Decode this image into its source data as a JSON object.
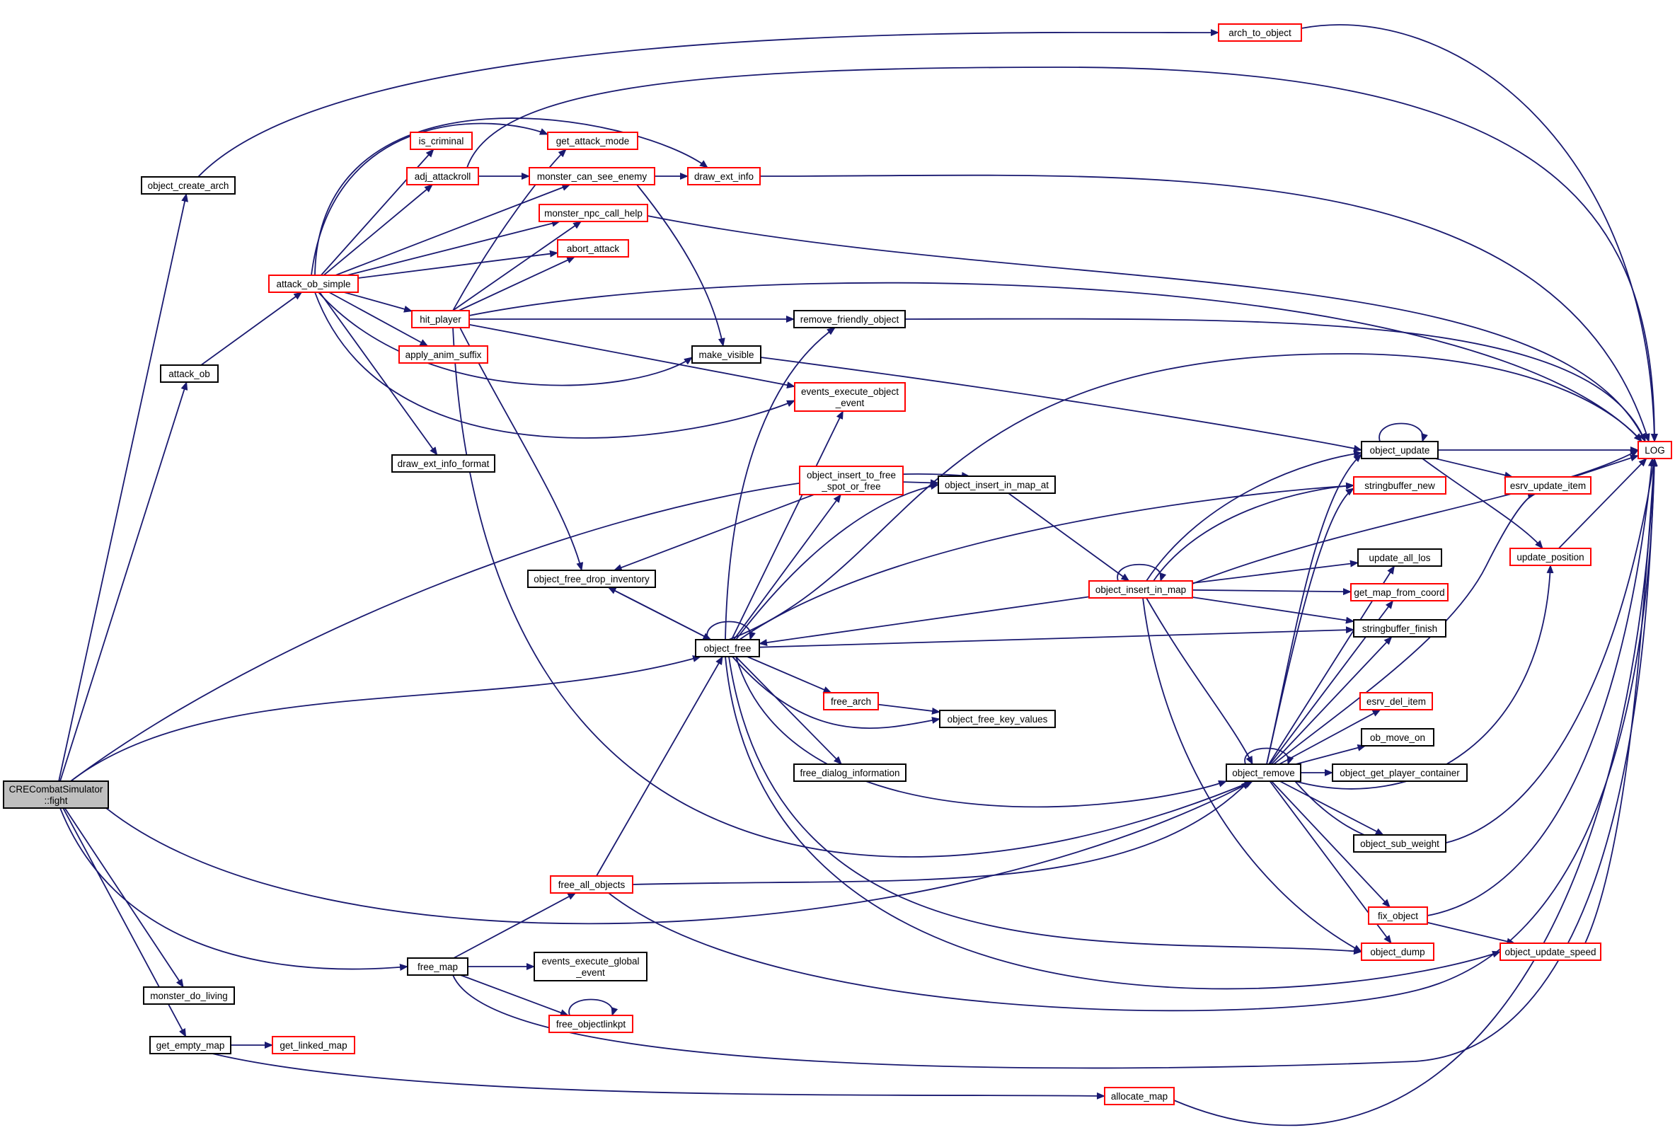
{
  "diagram": {
    "title": "",
    "colors": {
      "edge": "#191970",
      "border_truncated": "#ff0000",
      "border_normal": "#000000",
      "root_fill": "#bfbfbf"
    },
    "nodes": {
      "root": {
        "lines": [
          "CRECombatSimulator",
          "::fight"
        ],
        "style": "root"
      },
      "object_create_arch": {
        "lines": [
          "object_create_arch"
        ],
        "style": "black"
      },
      "arch_to_object": {
        "lines": [
          "arch_to_object"
        ],
        "style": "red"
      },
      "LOG": {
        "lines": [
          "LOG"
        ],
        "style": "red"
      },
      "attack_ob": {
        "lines": [
          "attack_ob"
        ],
        "style": "black"
      },
      "attack_ob_simple": {
        "lines": [
          "attack_ob_simple"
        ],
        "style": "red"
      },
      "is_criminal": {
        "lines": [
          "is_criminal"
        ],
        "style": "red"
      },
      "adj_attackroll": {
        "lines": [
          "adj_attackroll"
        ],
        "style": "red"
      },
      "get_attack_mode": {
        "lines": [
          "get_attack_mode"
        ],
        "style": "red"
      },
      "monster_can_see_enemy": {
        "lines": [
          "monster_can_see_enemy"
        ],
        "style": "red"
      },
      "draw_ext_info": {
        "lines": [
          "draw_ext_info"
        ],
        "style": "red"
      },
      "monster_npc_call_help": {
        "lines": [
          "monster_npc_call_help"
        ],
        "style": "red"
      },
      "abort_attack": {
        "lines": [
          "abort_attack"
        ],
        "style": "red"
      },
      "hit_player": {
        "lines": [
          "hit_player"
        ],
        "style": "red"
      },
      "apply_anim_suffix": {
        "lines": [
          "apply_anim_suffix"
        ],
        "style": "red"
      },
      "remove_friendly_object": {
        "lines": [
          "remove_friendly_object"
        ],
        "style": "black"
      },
      "make_visible": {
        "lines": [
          "make_visible"
        ],
        "style": "black"
      },
      "events_execute_object_event": {
        "lines": [
          "events_execute_object",
          "_event"
        ],
        "style": "red"
      },
      "draw_ext_info_format": {
        "lines": [
          "draw_ext_info_format"
        ],
        "style": "black"
      },
      "object_update": {
        "lines": [
          "object_update"
        ],
        "style": "black"
      },
      "esrv_update_item": {
        "lines": [
          "esrv_update_item"
        ],
        "style": "red"
      },
      "object_insert_to_free_spot_or_free": {
        "lines": [
          "object_insert_to_free",
          "_spot_or_free"
        ],
        "style": "red"
      },
      "object_insert_in_map_at": {
        "lines": [
          "object_insert_in_map_at"
        ],
        "style": "black"
      },
      "stringbuffer_new": {
        "lines": [
          "stringbuffer_new"
        ],
        "style": "red"
      },
      "update_position": {
        "lines": [
          "update_position"
        ],
        "style": "red"
      },
      "update_all_los": {
        "lines": [
          "update_all_los"
        ],
        "style": "black"
      },
      "object_free_drop_inventory": {
        "lines": [
          "object_free_drop_inventory"
        ],
        "style": "black"
      },
      "object_insert_in_map": {
        "lines": [
          "object_insert_in_map"
        ],
        "style": "red"
      },
      "get_map_from_coord": {
        "lines": [
          "get_map_from_coord"
        ],
        "style": "red"
      },
      "stringbuffer_finish": {
        "lines": [
          "stringbuffer_finish"
        ],
        "style": "black"
      },
      "object_free": {
        "lines": [
          "object_free"
        ],
        "style": "black"
      },
      "free_arch": {
        "lines": [
          "free_arch"
        ],
        "style": "red"
      },
      "object_free_key_values": {
        "lines": [
          "object_free_key_values"
        ],
        "style": "black"
      },
      "esrv_del_item": {
        "lines": [
          "esrv_del_item"
        ],
        "style": "red"
      },
      "ob_move_on": {
        "lines": [
          "ob_move_on"
        ],
        "style": "black"
      },
      "free_dialog_information": {
        "lines": [
          "free_dialog_information"
        ],
        "style": "black"
      },
      "object_remove": {
        "lines": [
          "object_remove"
        ],
        "style": "black"
      },
      "object_get_player_container": {
        "lines": [
          "object_get_player_container"
        ],
        "style": "black"
      },
      "object_sub_weight": {
        "lines": [
          "object_sub_weight"
        ],
        "style": "black"
      },
      "free_all_objects": {
        "lines": [
          "free_all_objects"
        ],
        "style": "red"
      },
      "fix_object": {
        "lines": [
          "fix_object"
        ],
        "style": "red"
      },
      "object_dump": {
        "lines": [
          "object_dump"
        ],
        "style": "red"
      },
      "object_update_speed": {
        "lines": [
          "object_update_speed"
        ],
        "style": "red"
      },
      "free_map": {
        "lines": [
          "free_map"
        ],
        "style": "black"
      },
      "events_execute_global_event": {
        "lines": [
          "events_execute_global",
          "_event"
        ],
        "style": "black"
      },
      "monster_do_living": {
        "lines": [
          "monster_do_living"
        ],
        "style": "black"
      },
      "free_objectlinkpt": {
        "lines": [
          "free_objectlinkpt"
        ],
        "style": "red"
      },
      "get_empty_map": {
        "lines": [
          "get_empty_map"
        ],
        "style": "black"
      },
      "get_linked_map": {
        "lines": [
          "get_linked_map"
        ],
        "style": "red"
      },
      "allocate_map": {
        "lines": [
          "allocate_map"
        ],
        "style": "red"
      }
    }
  }
}
